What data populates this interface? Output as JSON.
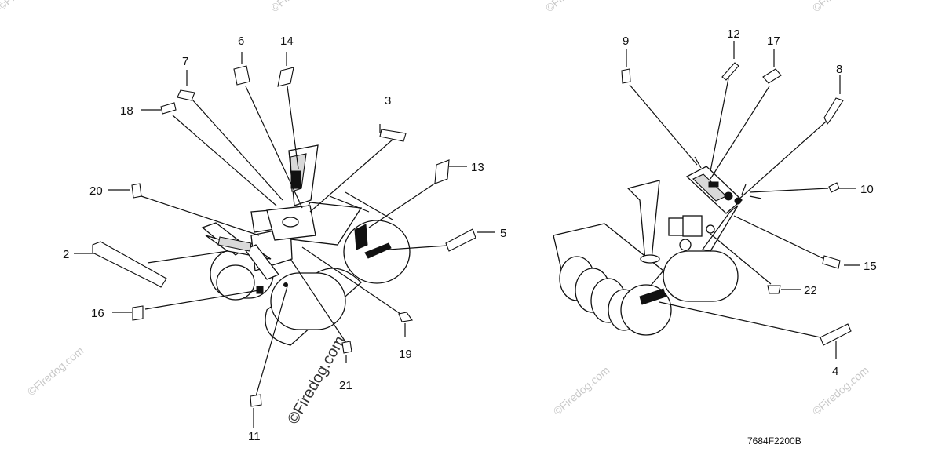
{
  "diagram": {
    "left_callouts": [
      {
        "id": "c2",
        "label": "2"
      },
      {
        "id": "c3",
        "label": "3"
      },
      {
        "id": "c5",
        "label": "5"
      },
      {
        "id": "c6",
        "label": "6"
      },
      {
        "id": "c7",
        "label": "7"
      },
      {
        "id": "c11",
        "label": "11"
      },
      {
        "id": "c13",
        "label": "13"
      },
      {
        "id": "c14",
        "label": "14"
      },
      {
        "id": "c16",
        "label": "16"
      },
      {
        "id": "c18",
        "label": "18"
      },
      {
        "id": "c19",
        "label": "19"
      },
      {
        "id": "c20",
        "label": "20"
      },
      {
        "id": "c21",
        "label": "21"
      }
    ],
    "right_callouts": [
      {
        "id": "c4",
        "label": "4"
      },
      {
        "id": "c8",
        "label": "8"
      },
      {
        "id": "c9",
        "label": "9"
      },
      {
        "id": "c10",
        "label": "10"
      },
      {
        "id": "c12",
        "label": "12"
      },
      {
        "id": "c15",
        "label": "15"
      },
      {
        "id": "c17",
        "label": "17"
      },
      {
        "id": "c22",
        "label": "22"
      }
    ],
    "drawing_code": "7684F2200B",
    "watermark_center": "©Firedog.com",
    "watermark_corner": "©Firedog.com"
  }
}
